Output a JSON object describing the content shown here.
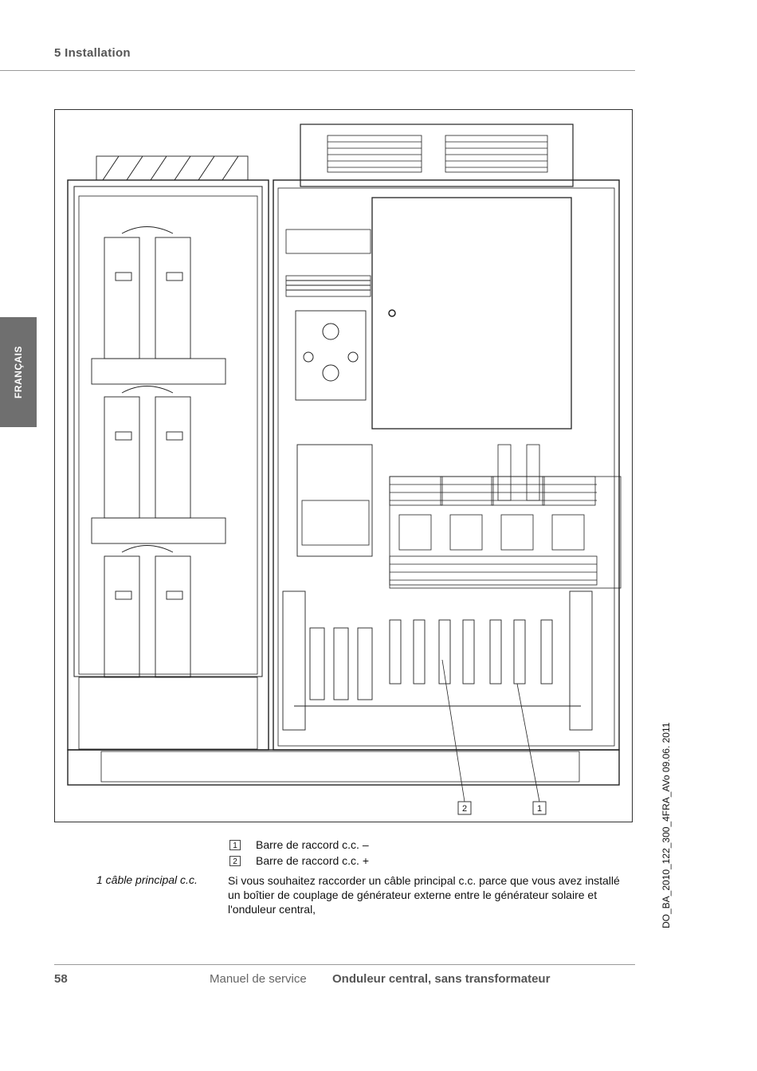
{
  "header": {
    "section_title": "5 Installation"
  },
  "language_tab": {
    "label": "FRANÇAIS"
  },
  "figure": {
    "callouts": [
      "2",
      "1"
    ]
  },
  "legend": {
    "items": [
      {
        "number": "1",
        "text": "Barre de raccord c.c. –"
      },
      {
        "number": "2",
        "text": "Barre de raccord c.c. +"
      }
    ]
  },
  "body": {
    "side_label": "1 câble principal c.c.",
    "paragraph": "Si vous souhaitez raccorder un câble principal c.c. parce que vous avez installé un boîtier de couplage de générateur externe entre le générateur solaire et l'onduleur central,"
  },
  "document_reference": "DO_BA_2010_122_300_4FRA_AVo   09.06. 2011",
  "footer": {
    "page_number": "58",
    "manual_label": "Manuel de service",
    "product_title": "Onduleur central, sans transformateur"
  }
}
